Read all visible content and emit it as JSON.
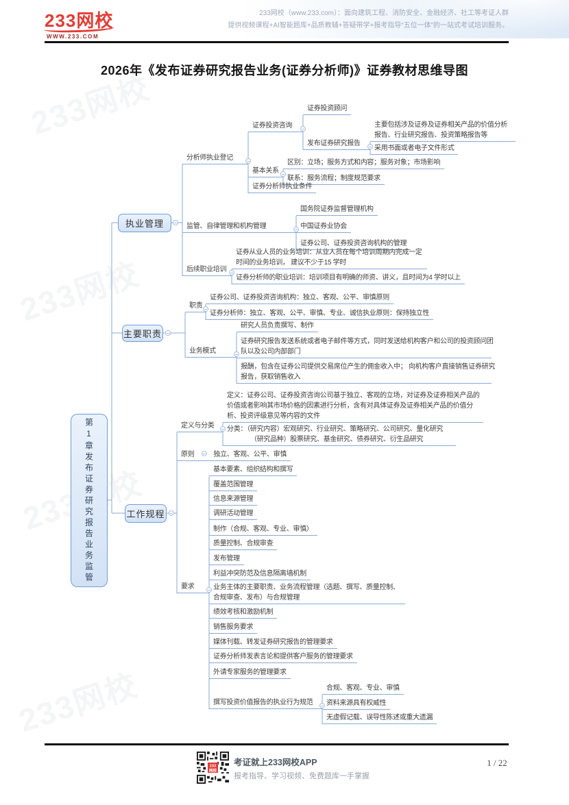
{
  "header": {
    "logo_text": "233网校",
    "logo_site": "www.233.com",
    "tagline_line1": "233网校（www.233.com）：面向建筑工程、消防安全、金融经济、社工等考证人群",
    "tagline_line2": "提供视频课程+AI智能题库+品质教辅+答疑带学+报考指导“五位一体”的一站式考试培训服务。"
  },
  "page_title": "2026年《发布证券研究报告业务(证券分析师)》证券教材思维导图",
  "watermark": "233网校",
  "mindmap": {
    "root_label": "第1章发布证券研究报告业务监管",
    "branches": [
      {
        "label": "执业管理",
        "children": [
          {
            "label": "分析师执业登记",
            "children": [
              {
                "label": "证券投资咨询",
                "children": [
                  {
                    "label": "证券投资顾问"
                  },
                  {
                    "label": "发布证券研究报告",
                    "children": [
                      {
                        "lines": [
                          "主要包括涉及证券及证券相关产品的价值分析",
                          "报告、行业研究报告、投资策略报告等"
                        ]
                      },
                      {
                        "label": "采用书面或者电子文件形式"
                      }
                    ]
                  }
                ]
              },
              {
                "label": "基本关系",
                "children": [
                  {
                    "label": "区别：立场；服务方式和内容；服务对象；市场影响"
                  },
                  {
                    "label": "联系：服务流程；制度规范要求"
                  }
                ]
              },
              {
                "label": "证券分析师执业条件"
              }
            ]
          },
          {
            "label": "监管、自律管理和机构管理",
            "children": [
              {
                "label": "国务院证券监督管理机构"
              },
              {
                "label": "中国证券业协会"
              },
              {
                "label": "证券公司、证券投资咨询机构的管理"
              }
            ]
          },
          {
            "label": "后续职业培训",
            "children": [
              {
                "lines": [
                  "证券从业人员的业务培训：从业人员在每个培训周期内完成一定",
                  "时间的业务培训， 建议不少于15 学时"
                ]
              },
              {
                "label": "证券分析师的职业培训：培训项目有明确的师资、讲义，且时间为4 学时以上"
              }
            ]
          }
        ]
      },
      {
        "label": "主要职责",
        "children": [
          {
            "label": "职责",
            "children": [
              {
                "label": "证券公司、证券投资咨询机构：独立、客观、公平、审慎原则"
              },
              {
                "label": "证券分析师：独立、客观、公平、审慎、专业、诚信执业原则：保持独立性"
              }
            ]
          },
          {
            "label": "业务模式",
            "children": [
              {
                "label": "研究人员负责撰写、制作"
              },
              {
                "lines": [
                  "证券研究报告发送系统或者电子邮件等方式，同时发送给机构客户和公司的投资顾问团",
                  "队以及公司内部部门"
                ]
              },
              {
                "lines": [
                  "报酬，包含在证券公司提供交易席位产生的佣金收入中； 向机构客户直接销售证券研究",
                  "报告，获取销售收入"
                ]
              }
            ]
          }
        ]
      },
      {
        "label": "工作规程",
        "children": [
          {
            "label": "定义与分类",
            "children": [
              {
                "lines": [
                  "定义：证券公司、证券投资咨询公司基于独立、客观的立场，对证券及证券相关产品的",
                  "价值或者影响其市场价格的因素进行分析，含有对具体证券及证券相关产品的价值分",
                  "析、投资评级意见等内容的文件"
                ]
              },
              {
                "lines": [
                  "分类：（研究内容）宏观研究、行业研究、策略研究、公司研究、量化研究",
                  "（研究品种）股票研究、基金研究、债券研究、衍生品研究"
                ]
              }
            ]
          },
          {
            "label": "原则",
            "value": "独立、客观、公平、审慎"
          },
          {
            "label": "要求",
            "children": [
              {
                "label": "基本要素、组织结构和撰写"
              },
              {
                "label": "覆盖范围管理"
              },
              {
                "label": "信息来源管理"
              },
              {
                "label": "调研活动管理"
              },
              {
                "label": "制作（合规、客观、专业、审慎）"
              },
              {
                "label": "质量控制、合规审查"
              },
              {
                "label": "发布管理"
              },
              {
                "label": "利益冲突防范及信息隔离墙机制"
              },
              {
                "lines": [
                  "业务主体的主要职责、业务流程管理（选题、撰写、质量控制、",
                  "合规审查、发布）与合规管理"
                ]
              },
              {
                "label": "绩效考核和激励机制"
              },
              {
                "label": "销售服务要求"
              },
              {
                "label": "媒体刊载、转发证券研究报告的管理要求"
              },
              {
                "label": "证券分析师发表言论和提供客户服务的管理要求"
              },
              {
                "label": "外请专家服务的管理要求"
              },
              {
                "label": "撰写投资价值报告的执业行为规范",
                "children": [
                  {
                    "label": "合规、客观、专业、审慎"
                  },
                  {
                    "label": "资料来源具有权威性"
                  },
                  {
                    "label": "无虚假记载、误导性陈述或重大遗漏"
                  }
                ]
              }
            ]
          }
        ]
      }
    ]
  },
  "footer": {
    "qr_label_line1": "233",
    "qr_label_line2": "网校",
    "app_title": "考证就上233网校APP",
    "app_subtitle": "报考指导、学习视频、免费题库一手掌握",
    "page_indicator": "1 / 22"
  }
}
